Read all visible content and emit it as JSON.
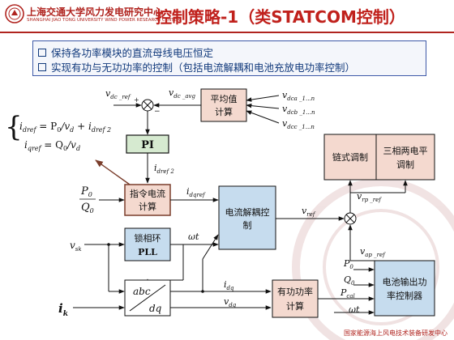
{
  "header": {
    "org_name_cn": "上海交通大学风力发电研究中心",
    "org_name_en": "SHANGHAI JIAO TONG UNIVERSITY WIND POWER RESEARCH CENTER",
    "title": "控制策略-1（类STATCOM控制）"
  },
  "bullets": [
    "保持各功率模块的直流母线电压恒定",
    "实现有功与无功功率的控制（包括电流解耦和电池充放电功率控制）"
  ],
  "diagram": {
    "equations": {
      "line1": [
        "i",
        "dref",
        " = P",
        "0",
        "/v",
        "d",
        " + i",
        "dref 2"
      ],
      "line2": [
        "i",
        "qref",
        " = Q",
        "0",
        "/v",
        "d"
      ]
    },
    "blocks": {
      "average": [
        "平均值",
        "计算"
      ],
      "pi": "PI",
      "command_current": [
        "指令电流",
        "计算"
      ],
      "pll": [
        "锁相环",
        "PLL"
      ],
      "abc_dq": [
        "abc",
        "dq"
      ],
      "decoupling": [
        "电流解耦控",
        "制"
      ],
      "chain_modulation": "链式调制",
      "three_phase_modulation": [
        "三相两电平",
        "调制"
      ],
      "active_power_calc": [
        "有功功率",
        "计算"
      ],
      "battery_control": [
        "电池输出功",
        "率控制器"
      ]
    },
    "signals": {
      "v_dc_ref": [
        "v",
        "dc _ref"
      ],
      "v_dc_avg": [
        "v",
        "dc _avg"
      ],
      "v_dca": [
        "v",
        "dca _1...n"
      ],
      "v_dcb": [
        "v",
        "dcb _1...n"
      ],
      "v_dcc": [
        "v",
        "dcc _1...n"
      ],
      "i_dref2": [
        "i",
        "dref 2"
      ],
      "P0": [
        "P",
        "0"
      ],
      "Q0": [
        "Q",
        "0"
      ],
      "i_dqref": [
        "i",
        "dqref"
      ],
      "v_sk": [
        "v",
        "sk"
      ],
      "omega_t": "ωt",
      "i_k": [
        "i",
        "k"
      ],
      "i_dq": [
        "i",
        "dq"
      ],
      "v_dq": [
        "v",
        "dq"
      ],
      "v_ref": [
        "v",
        "ref"
      ],
      "v_rp_ref": [
        "v",
        "rp _ref"
      ],
      "v_ap_ref": [
        "v",
        "ap _ref"
      ],
      "P_cal": [
        "P",
        "cal"
      ],
      "plus": "+",
      "minus": "−"
    }
  },
  "footer": "国家能源海上风电技术装备研发中心"
}
